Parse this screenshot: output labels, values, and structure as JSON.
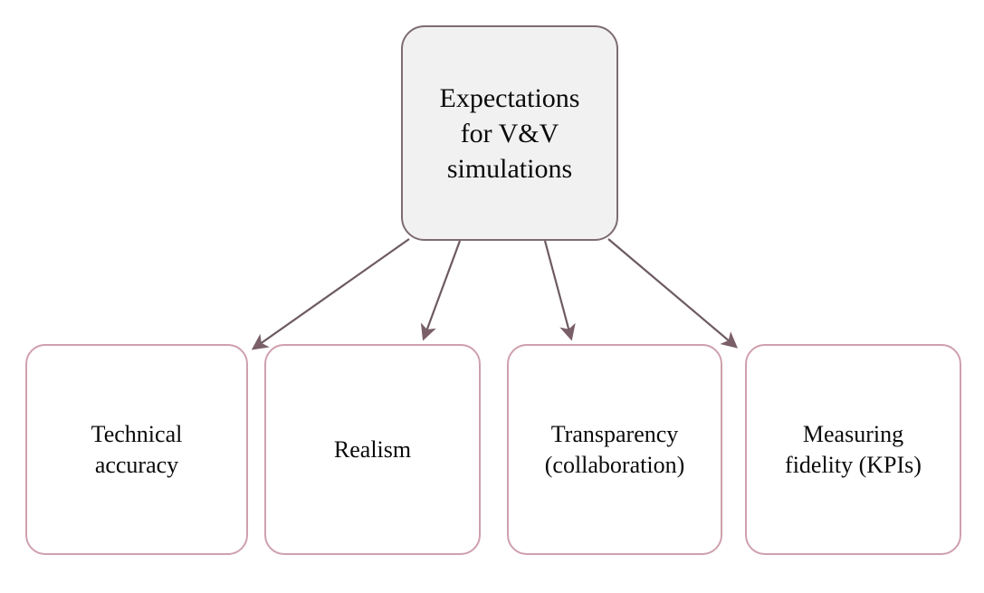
{
  "diagram": {
    "title": "Expectations for V&V simulations",
    "type": "hierarchy-tree",
    "orientation": "top-down",
    "background_color": "#ffffff",
    "root": {
      "id": "root",
      "label": "Expectations\nfor V&V\nsimulations",
      "fill_color": "#f2f1f1",
      "border_color": "#7d6c72",
      "text_color": "#0a0a0a"
    },
    "children": [
      {
        "id": "technical-accuracy",
        "label": "Technical\naccuracy",
        "fill_color": "#ffffff",
        "border_color": "#cfa0ad",
        "text_color": "#0a0a0a"
      },
      {
        "id": "realism",
        "label": "Realism",
        "fill_color": "#ffffff",
        "border_color": "#cfa0ad",
        "text_color": "#0a0a0a"
      },
      {
        "id": "transparency",
        "label": "Transparency\n(collaboration)",
        "fill_color": "#ffffff",
        "border_color": "#cfa0ad",
        "text_color": "#0a0a0a"
      },
      {
        "id": "measuring-fidelity",
        "label": "Measuring\nfidelity (KPIs)",
        "fill_color": "#ffffff",
        "border_color": "#cfa0ad",
        "text_color": "#0a0a0a"
      }
    ],
    "connectors": {
      "style": "straight-arrow",
      "line_color": "#6d5a63",
      "arrowhead_color": "#7a5f69",
      "count": 4
    }
  }
}
